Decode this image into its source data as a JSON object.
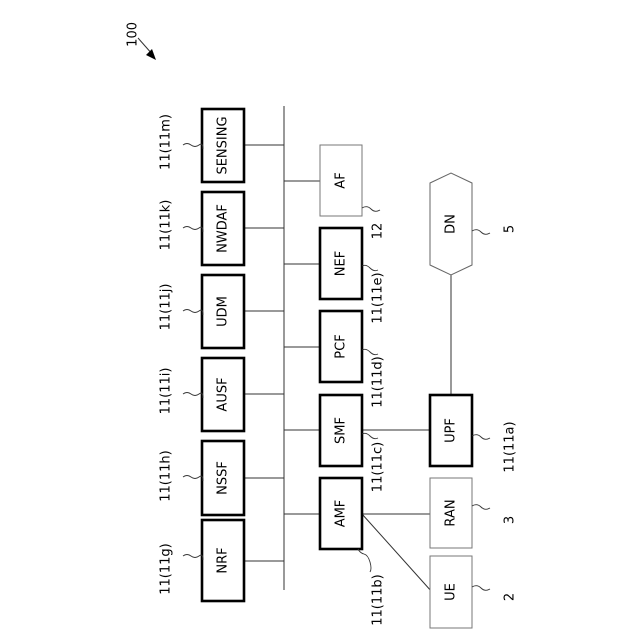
{
  "figure_ref": "100",
  "nodes": {
    "nrf": "NRF",
    "nssf": "NSSF",
    "ausf": "AUSF",
    "udm": "UDM",
    "nwdaf": "NWDAF",
    "sensing": "SENSING",
    "amf": "AMF",
    "smf": "SMF",
    "pcf": "PCF",
    "nef": "NEF",
    "af": "AF",
    "ue": "UE",
    "ran": "RAN",
    "upf": "UPF",
    "dn": "DN"
  },
  "refs": {
    "nrf": "11(11g)",
    "nssf": "11(11h)",
    "ausf": "11(11i)",
    "udm": "11(11j)",
    "nwdaf": "11(11k)",
    "sensing": "11(11m)",
    "amf": "11(11b)",
    "smf": "11(11c)",
    "pcf": "11(11d)",
    "nef": "11(11e)",
    "af": "12",
    "ue": "2",
    "ran": "3",
    "upf": "11(11a)",
    "dn": "5"
  }
}
